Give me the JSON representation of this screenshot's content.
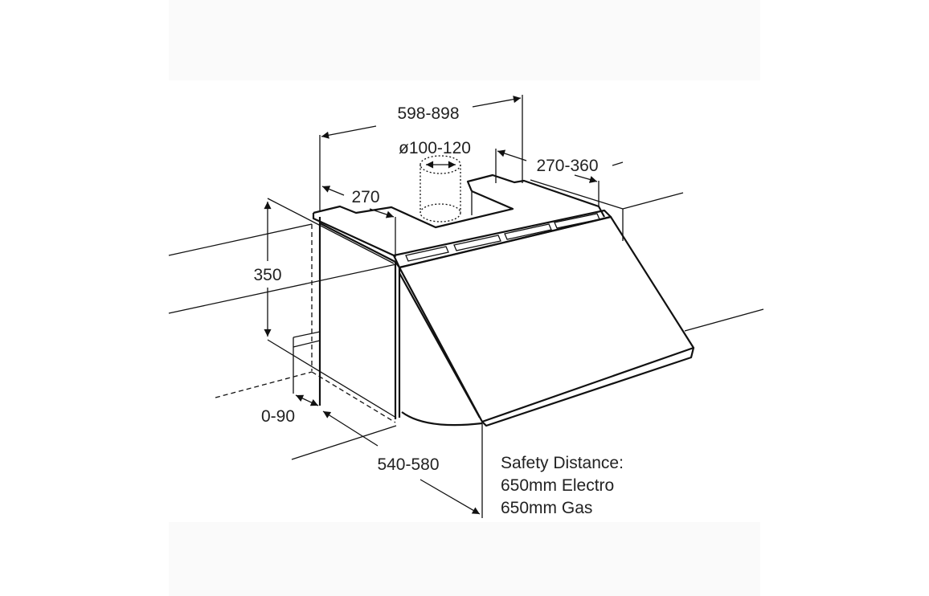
{
  "dimensions": {
    "width": "598-898",
    "duct_diameter": "ø100-120",
    "depth_top": "270-360",
    "rear_depth": "270",
    "height": "350",
    "wall_offset": "0-90",
    "cabinet_depth": "540-580"
  },
  "safety": {
    "title": "Safety Distance:",
    "electro": "650mm Electro",
    "gas": "650mm Gas"
  }
}
